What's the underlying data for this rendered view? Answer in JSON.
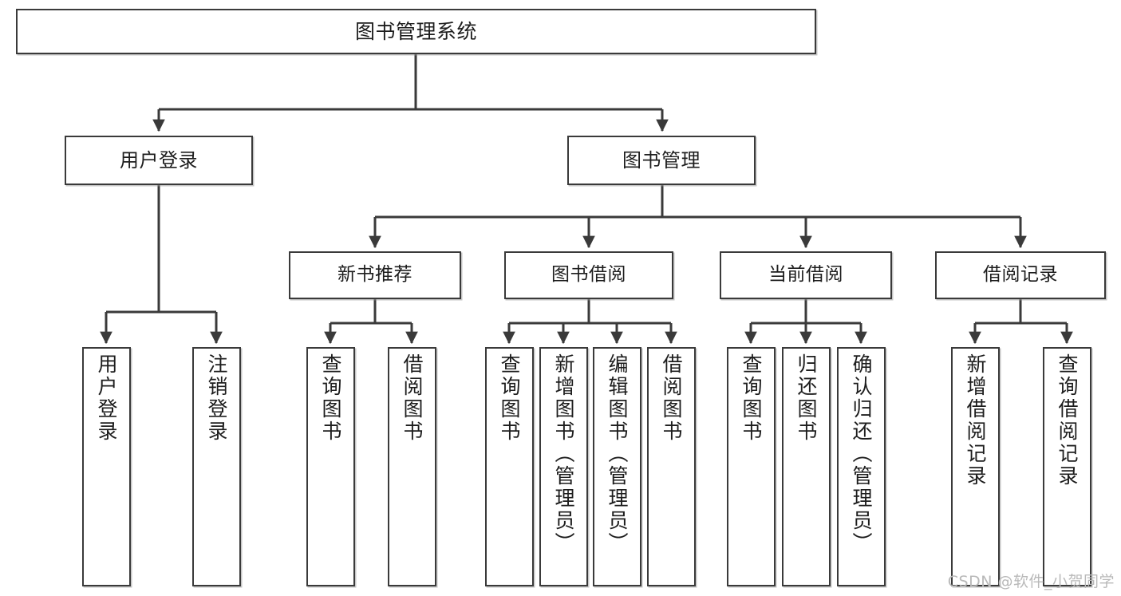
{
  "diagram": {
    "title": "图书管理系统",
    "type": "tree-hierarchy",
    "stroke_color": "#3a3a3a",
    "fill_color": "#ffffff",
    "text_color": "#1d1d1d"
  },
  "root": {
    "label": "图书管理系统"
  },
  "level2": [
    {
      "label": "用户登录"
    },
    {
      "label": "图书管理"
    }
  ],
  "level3": [
    {
      "label": "新书推荐"
    },
    {
      "label": "图书借阅"
    },
    {
      "label": "当前借阅"
    },
    {
      "label": "借阅记录"
    }
  ],
  "leaves": {
    "user_login": [
      {
        "label": "用户登录"
      },
      {
        "label": "注销登录"
      }
    ],
    "new_book": [
      {
        "label": "查询图书"
      },
      {
        "label": "借阅图书"
      }
    ],
    "book_borrow": [
      {
        "label": "查询图书"
      },
      {
        "label": "新增图书（管理员）"
      },
      {
        "label": "编辑图书（管理员）"
      },
      {
        "label": "借阅图书"
      }
    ],
    "current_borrow": [
      {
        "label": "查询图书"
      },
      {
        "label": "归还图书"
      },
      {
        "label": "确认归还（管理员）"
      }
    ],
    "borrow_record": [
      {
        "label": "新增借阅记录"
      },
      {
        "label": "查询借阅记录"
      }
    ]
  },
  "watermark": {
    "text": "CSDN @软件_小贺同学"
  }
}
